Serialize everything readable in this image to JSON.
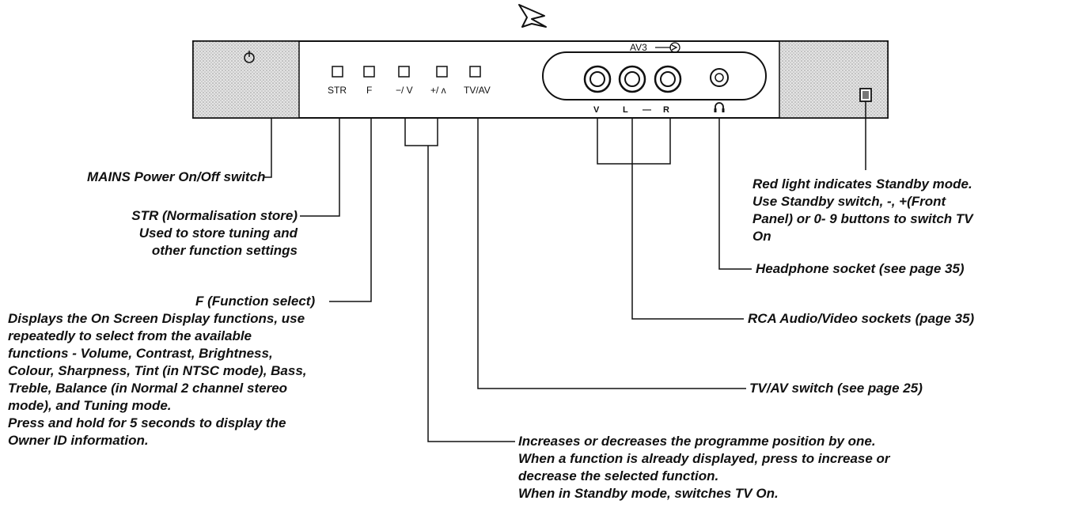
{
  "panel": {
    "buttons": [
      "STR",
      "F",
      "−/ V",
      "+/ ʌ",
      "TV/AV"
    ],
    "av_title": "AV3",
    "socket_labels": [
      "V",
      "L",
      "—",
      "R"
    ]
  },
  "callouts": {
    "mains": "MAINS Power On/Off switch",
    "str": [
      "STR (Normalisation store)",
      "Used to store tuning and",
      "other function settings"
    ],
    "f": [
      "F (Function select)",
      "Displays the On Screen Display functions, use",
      "repeatedly to select from the available",
      "functions - Volume, Contrast, Brightness,",
      "Colour, Sharpness, Tint (in NTSC mode), Bass,",
      "Treble, Balance (in Normal 2 channel stereo",
      "mode), and Tuning mode.",
      "Press and hold for 5 seconds to display the",
      "Owner ID information."
    ],
    "red_light": [
      "Red light indicates Standby mode.",
      "Use Standby switch, -, +(Front",
      "Panel) or 0- 9 buttons to switch TV",
      "On"
    ],
    "headphone": "Headphone socket (see page 35)",
    "rca": "RCA Audio/Video sockets (page 35)",
    "tvav": "TV/AV switch (see page 25)",
    "programme": [
      "Increases or decreases the programme position by one.",
      "When a function is already displayed, press to increase or",
      "decrease the selected function.",
      "When in Standby mode, switches TV On."
    ]
  }
}
